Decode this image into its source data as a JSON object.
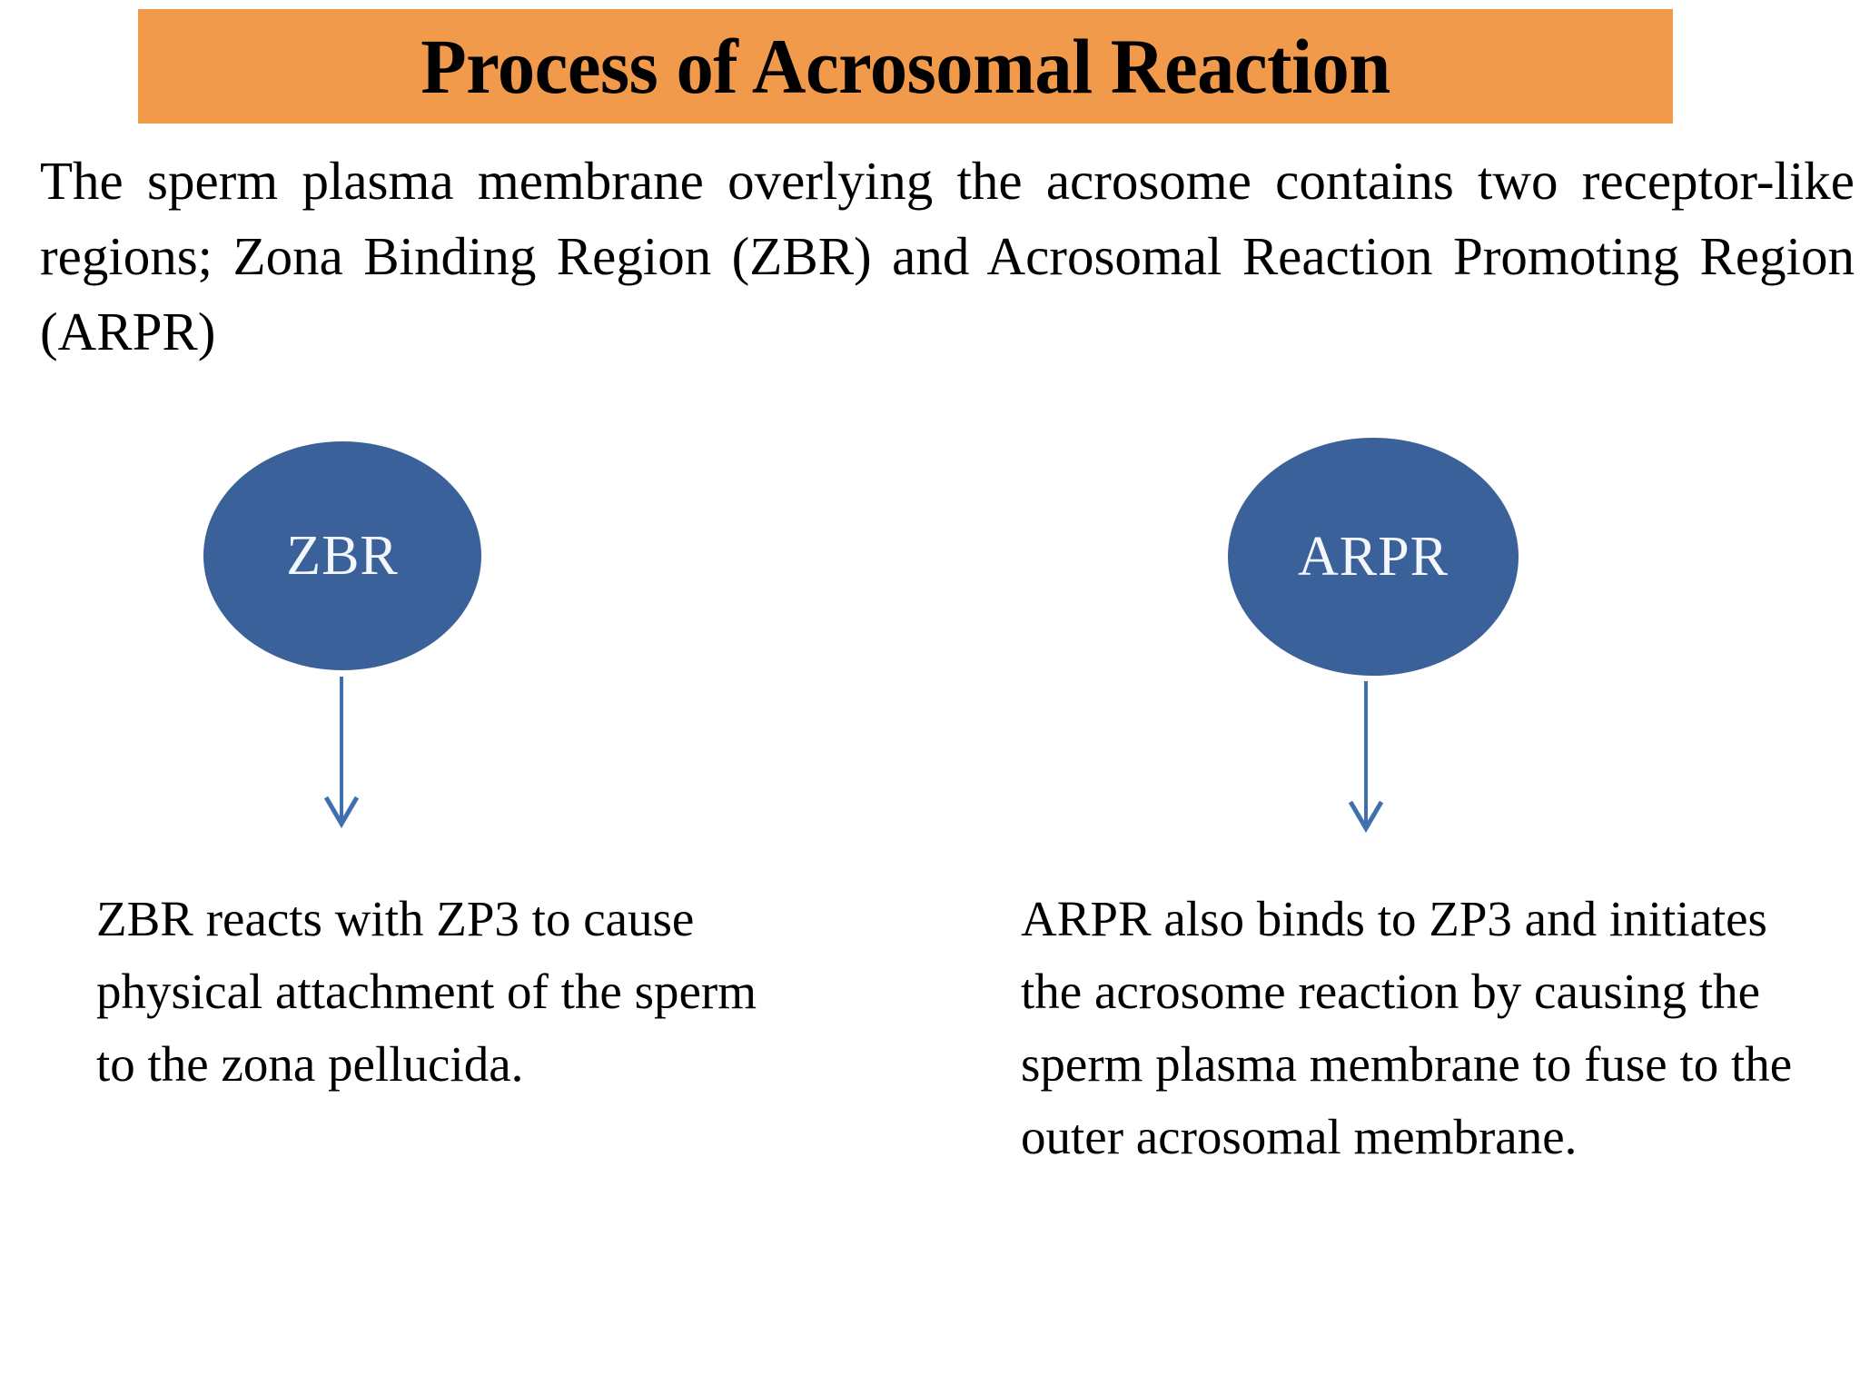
{
  "slide": {
    "title": "Process of Acrosomal Reaction",
    "intro_paragraph": "The sperm plasma membrane overlying the acrosome contains two receptor-like regions; Zona Binding Region (ZBR) and Acrosomal Reaction Promoting Region (ARPR)",
    "colors": {
      "title_banner_background": "#F29A4B",
      "title_text": "#000000",
      "node_fill": "#3A6199",
      "node_label": "#F3F6FA",
      "arrow": "#3F6FAE",
      "body_text": "#000000",
      "page_background": "#FFFFFF"
    },
    "branches": [
      {
        "node_label": "ZBR",
        "description": "ZBR reacts with ZP3 to cause physical attachment of the sperm to the zona pellucida."
      },
      {
        "node_label": "ARPR",
        "description": "ARPR also binds to ZP3 and initiates the acrosome reaction by causing the sperm plasma membrane to fuse to the outer acrosomal membrane."
      }
    ]
  }
}
